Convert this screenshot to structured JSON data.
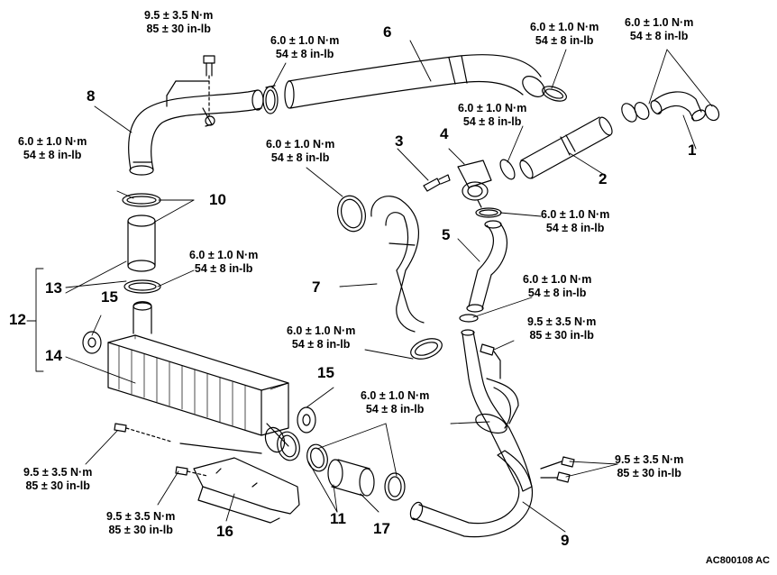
{
  "figure_code": "AC800108 AC",
  "torques": {
    "t1": {
      "line1": "9.5 ± 3.5 N·m",
      "line2": "85 ± 30 in-lb"
    },
    "t2": {
      "line1": "6.0 ± 1.0 N·m",
      "line2": "54 ± 8 in-lb"
    },
    "t3": {
      "line1": "6.0 ± 1.0 N·m",
      "line2": "54 ± 8 in-lb"
    },
    "t4": {
      "line1": "6.0 ± 1.0 N·m",
      "line2": "54 ± 8 in-lb"
    },
    "t5": {
      "line1": "6.0 ± 1.0 N·m",
      "line2": "54 ± 8 in-lb"
    },
    "t6": {
      "line1": "6.0 ± 1.0 N·m",
      "line2": "54 ± 8 in-lb"
    },
    "t7": {
      "line1": "6.0 ± 1.0 N·m",
      "line2": "54 ± 8 in-lb"
    },
    "t8": {
      "line1": "6.0 ± 1.0 N·m",
      "line2": "54 ± 8 in-lb"
    },
    "t9": {
      "line1": "6.0 ± 1.0 N·m",
      "line2": "54 ± 8 in-lb"
    },
    "t10": {
      "line1": "6.0 ± 1.0 N·m",
      "line2": "54 ± 8 in-lb"
    },
    "t11": {
      "line1": "6.0 ± 1.0 N·m",
      "line2": "54 ± 8 in-lb"
    },
    "t12": {
      "line1": "9.5 ± 3.5 N·m",
      "line2": "85 ± 30 in-lb"
    },
    "t13": {
      "line1": "9.5 ± 3.5 N·m",
      "line2": "85 ± 30 in-lb"
    },
    "t14": {
      "line1": "9.5 ± 3.5 N·m",
      "line2": "85 ± 30 in-lb"
    },
    "t15": {
      "line1": "9.5 ± 3.5 N·m",
      "line2": "85 ± 30 in-lb"
    }
  },
  "parts": {
    "p1": "1",
    "p2": "2",
    "p3": "3",
    "p4": "4",
    "p5": "5",
    "p6": "6",
    "p7": "7",
    "p8": "8",
    "p9": "9",
    "p10": "10",
    "p11": "11",
    "p12": "12",
    "p13": "13",
    "p14": "14",
    "p15a": "15",
    "p15b": "15",
    "p16": "16",
    "p17": "17"
  }
}
